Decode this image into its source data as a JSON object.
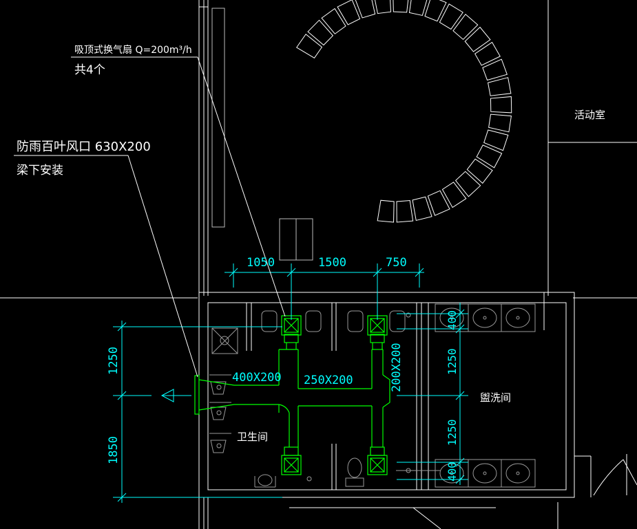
{
  "colors": {
    "background": "#000000",
    "wall": "#ffffff",
    "fixture": "#9a9a9a",
    "duct": "#00ff00",
    "dimension": "#00ffff",
    "annotation": "#ffffff"
  },
  "annotations": {
    "fan_label": "吸顶式换气扇 Q=200m³/h",
    "fan_count": "共4个",
    "louver_label": "防雨百叶风口 630X200",
    "louver_note": "梁下安装"
  },
  "rooms": {
    "activity": "活动室",
    "washroom": "盥洗间",
    "toilet": "卫生间"
  },
  "ducts": {
    "main": "400X200",
    "branch_h": "250X200",
    "branch_v": "200X200"
  },
  "dimensions": {
    "top": [
      "1050",
      "1500",
      "750"
    ],
    "left": [
      "1250",
      "1850"
    ],
    "right": [
      "400",
      "1250",
      "1250",
      "400"
    ]
  },
  "icons": {
    "fan": "exhaust-fan-icon",
    "sink": "sink-icon",
    "toilet": "toilet-icon",
    "urinal": "urinal-icon",
    "floor_drain": "floor-drain-icon",
    "arrow": "airflow-arrow-icon"
  }
}
